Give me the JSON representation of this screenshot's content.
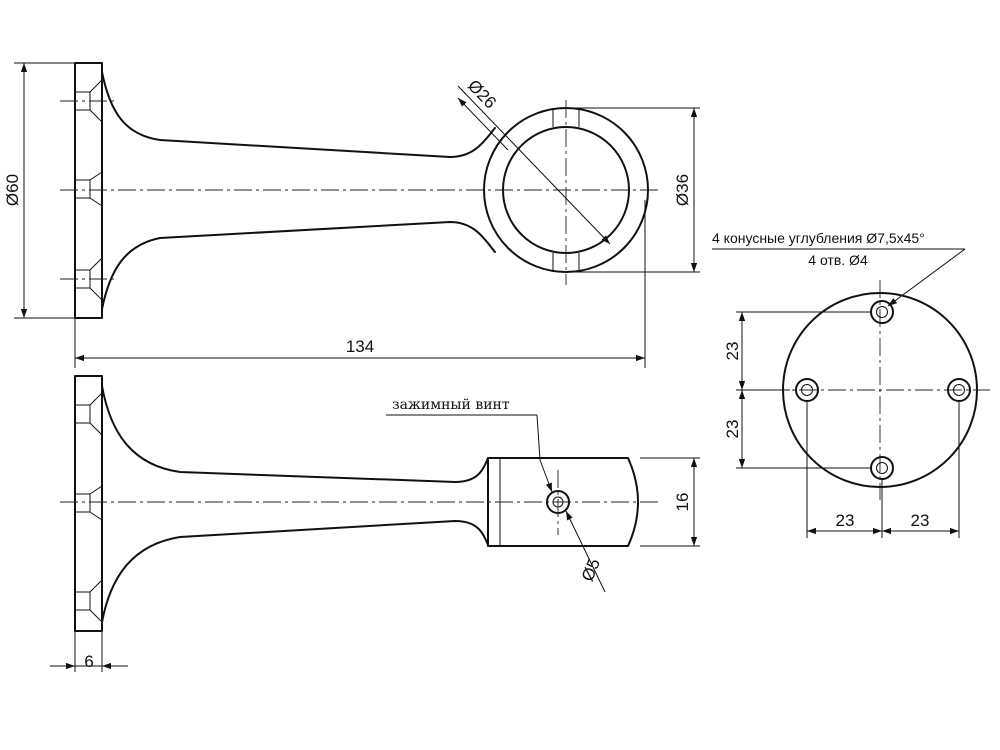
{
  "dimensions": {
    "flange_diameter": "Ø60",
    "bore_diameter": "Ø26",
    "ring_diameter": "Ø36",
    "overall_length": "134",
    "clamp_thickness": "16",
    "screw_hole_diameter": "Ø5",
    "flange_thickness": "6",
    "hole_offset_top": "23",
    "hole_offset_bottom": "23",
    "hole_offset_left": "23",
    "hole_offset_right": "23"
  },
  "notes": {
    "countersink_line1": "4 конусные углубления Ø7,5x45°",
    "countersink_line2": "4 отв. Ø4",
    "clamp_screw": "зажимный винт"
  }
}
